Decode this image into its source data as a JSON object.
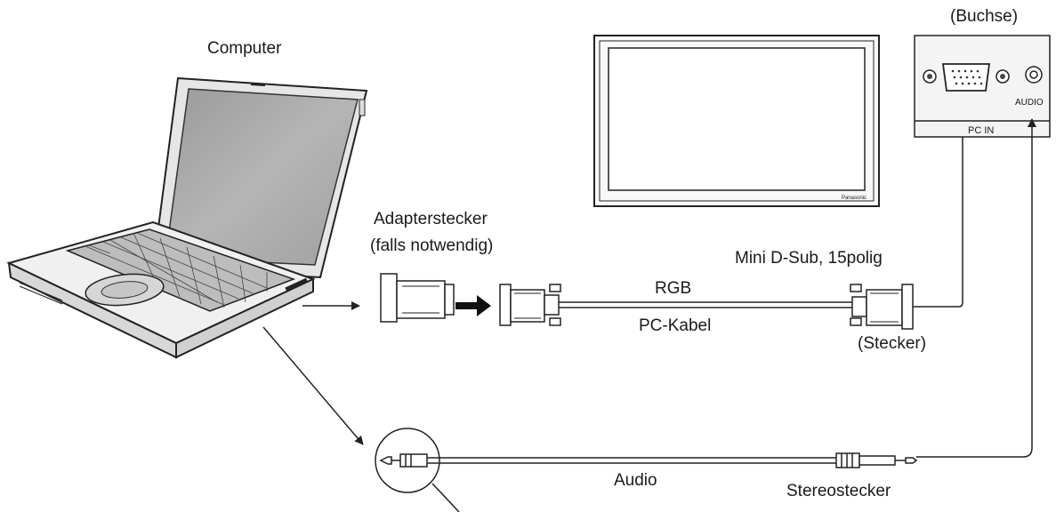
{
  "labels": {
    "computer": "Computer",
    "adapter_line1": "Adapterstecker",
    "adapter_line2": "(falls notwendig)",
    "mini_dsub": "Mini D-Sub, 15polig",
    "rgb": "RGB",
    "pc_kabel": "PC-Kabel",
    "stecker": "(Stecker)",
    "buchse": "(Buchse)",
    "audio_port": "AUDIO",
    "pc_in": "PC IN",
    "audio_cable": "Audio",
    "stereostecker": "Stereostecker",
    "panel_brand": "Panasonic"
  },
  "colors": {
    "line": "#222222",
    "screen_gray": "#a8a8a8",
    "panel_gray": "#f4f4f4"
  },
  "icons": [
    "laptop-icon",
    "vga-adapter-icon",
    "vga-plug-icon",
    "flat-panel-display-icon",
    "pc-in-terminal-icon",
    "stereo-jack-icon",
    "arrow-right-icon"
  ]
}
